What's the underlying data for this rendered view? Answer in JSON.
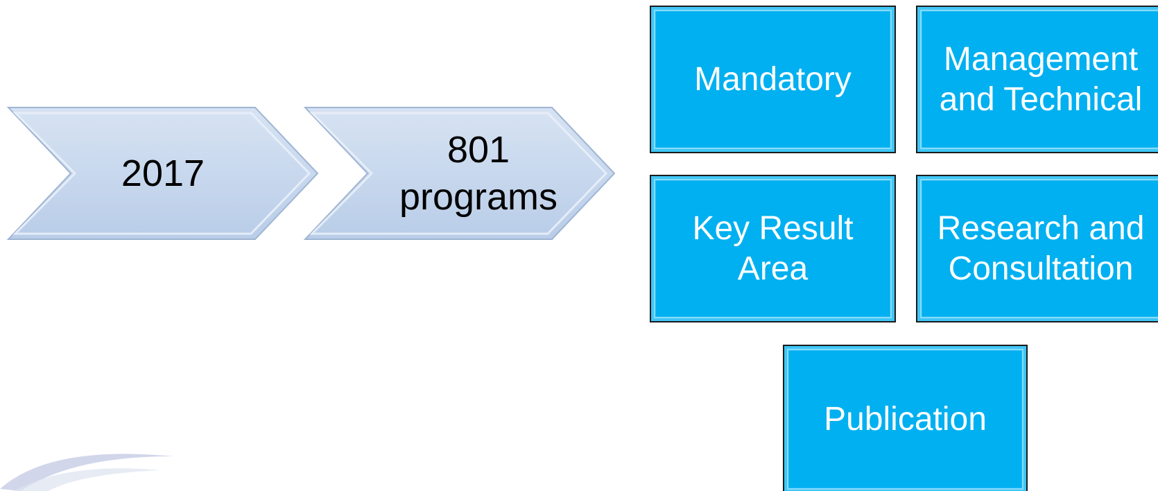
{
  "colors": {
    "chevron_fill": "#c5d7ee",
    "box_fill": "#00b0f0",
    "box_text": "#ffffff",
    "chevron_text": "#000000"
  },
  "process": {
    "steps": [
      {
        "label": "2017"
      },
      {
        "label": "801\nprograms"
      }
    ]
  },
  "categories": {
    "items": [
      {
        "label": "Mandatory"
      },
      {
        "label": "Management\nand Technical"
      },
      {
        "label": "Key Result\nArea"
      },
      {
        "label": "Research and\nConsultation"
      },
      {
        "label": "Publication"
      }
    ]
  }
}
